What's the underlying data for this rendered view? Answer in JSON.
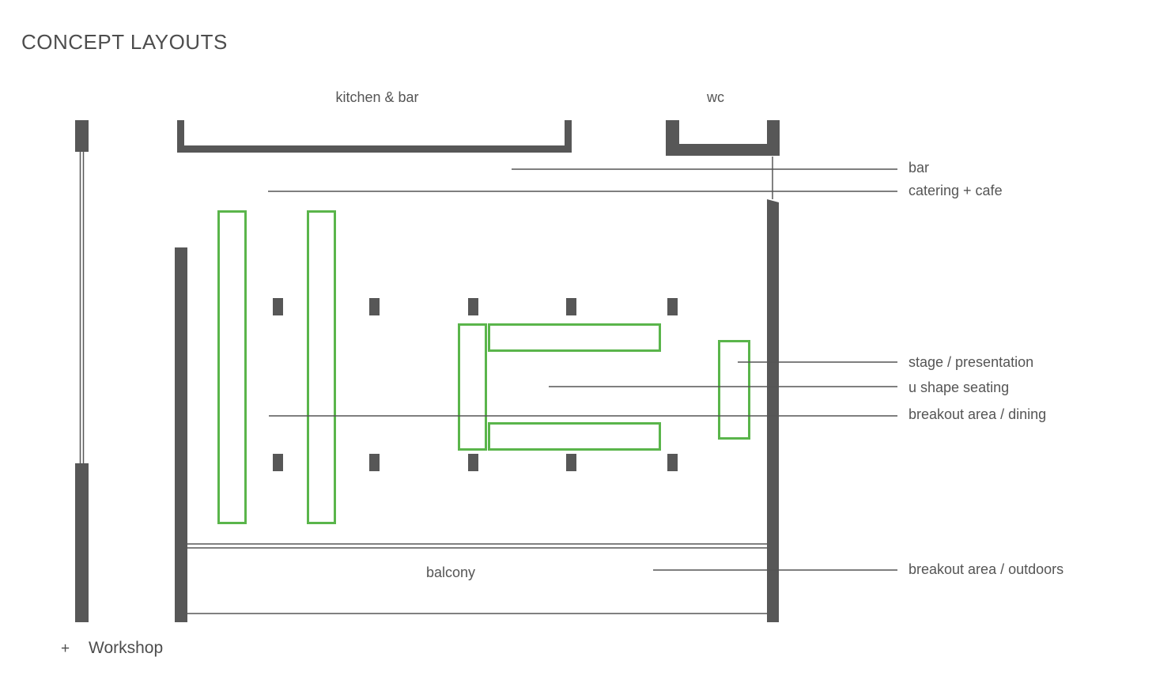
{
  "page": {
    "title": "CONCEPT LAYOUTS"
  },
  "plan": {
    "rooms": {
      "kitchen_bar": "kitchen & bar",
      "wc": "wc",
      "balcony": "balcony"
    },
    "callouts": [
      "bar",
      "catering + cafe",
      "stage / presentation",
      "u shape seating",
      "breakout area / dining",
      "breakout area / outdoors"
    ],
    "colors": {
      "wall": "#575757",
      "line": "#555555",
      "furniture": "#5ab54b"
    }
  },
  "footer": {
    "plus": "+",
    "label": "Workshop"
  }
}
